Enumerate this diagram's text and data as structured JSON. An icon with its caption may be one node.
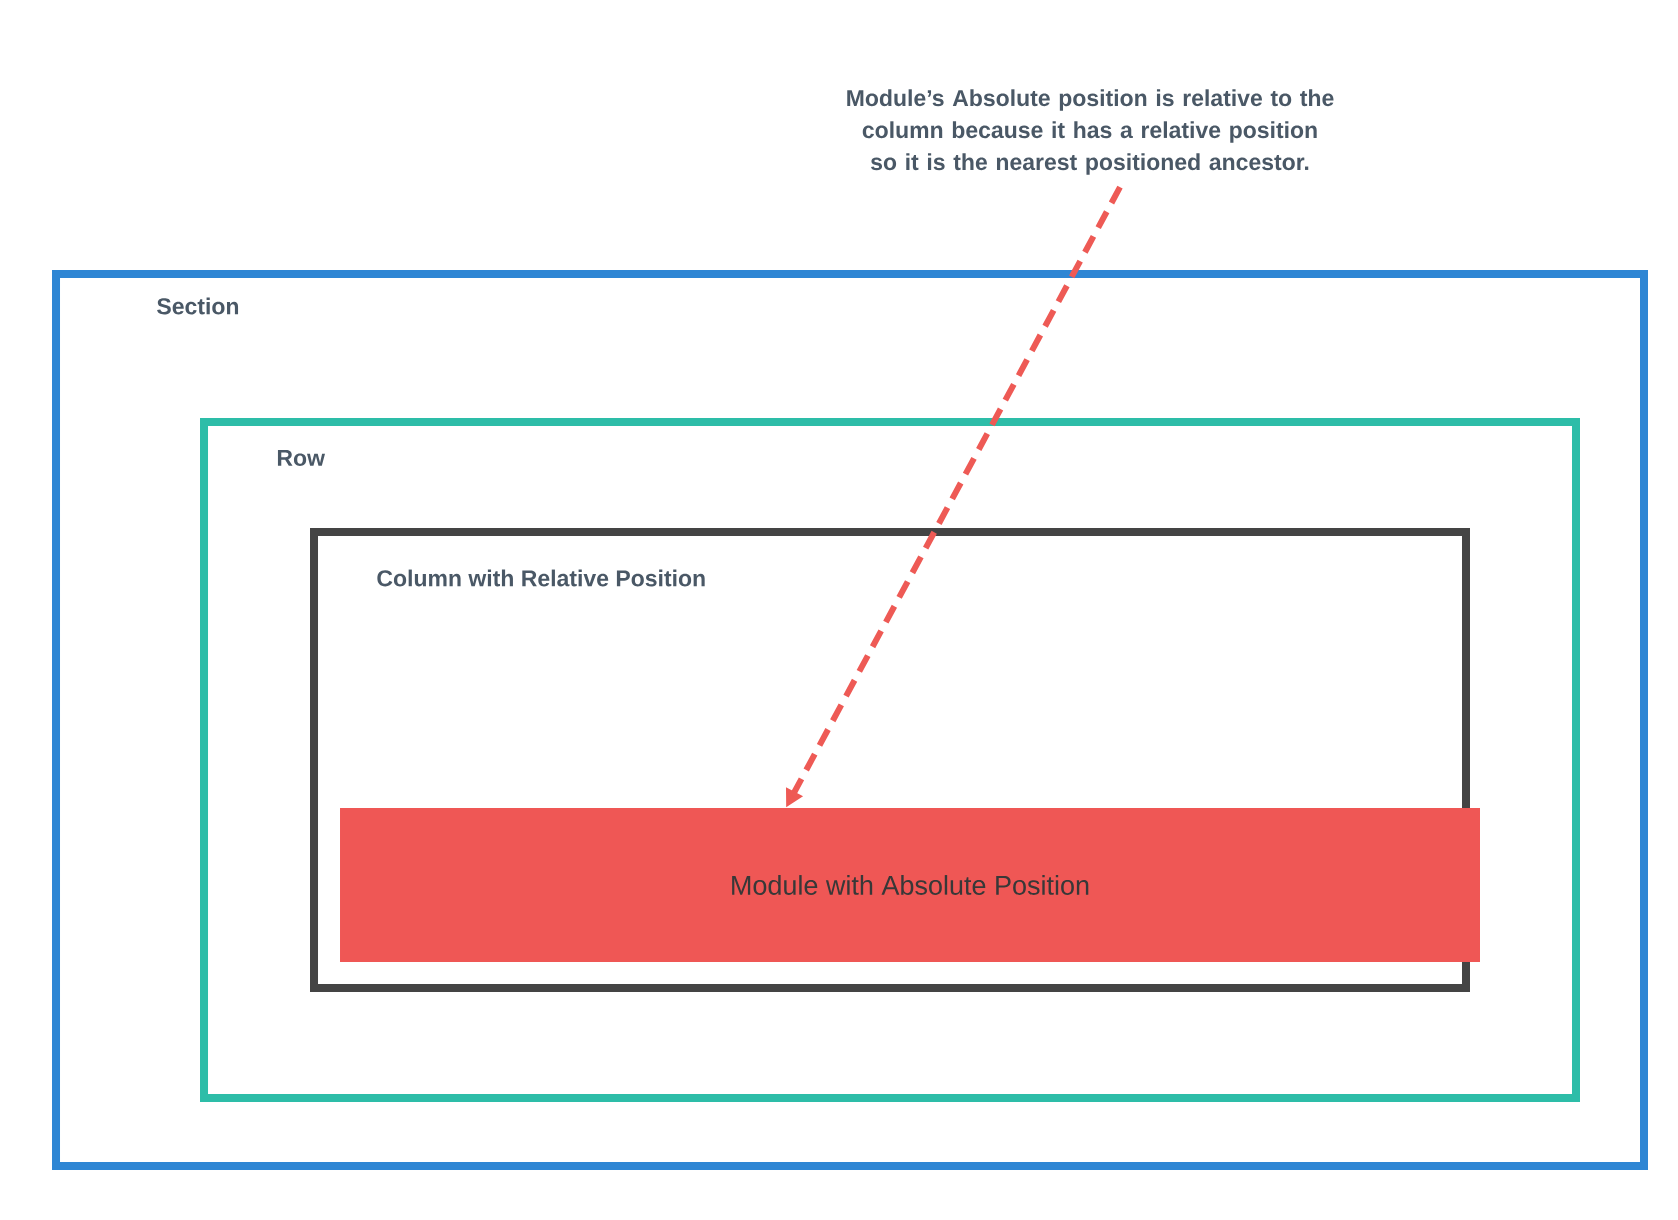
{
  "diagram": {
    "nodes": [
      {
        "text": [
          "Module’s Absolute position is relative to the column because it has a relative position so it is the nearest positioned ancestor."
        ]
      },
      {
        "text": [
          "Section"
        ]
      },
      {
        "text": [
          "Row"
        ],
        "in": 1
      },
      {
        "text": [
          "Column with Relative Position"
        ],
        "in": 2
      },
      {
        "text": [
          "Module with Absolute Position"
        ],
        "in": 3
      }
    ],
    "edges": [
      {
        "from": 0,
        "to": 4,
        "arrow": "to",
        "style": "dashed",
        "color": "#ee5a55"
      }
    ]
  }
}
